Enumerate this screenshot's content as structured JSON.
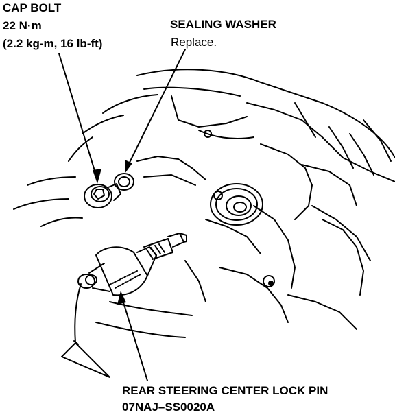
{
  "labels": {
    "cap_bolt": {
      "title": "CAP BOLT",
      "torque": "22 N·m",
      "torque_alt": "(2.2 kg-m, 16 lb-ft)"
    },
    "sealing_washer": {
      "title": "SEALING WASHER",
      "note": "Replace."
    },
    "lock_pin": {
      "title": "REAR STEERING CENTER LOCK PIN",
      "part_number": "07NAJ–SS0020A"
    }
  },
  "colors": {
    "ink": "#000000",
    "paper": "#ffffff"
  }
}
